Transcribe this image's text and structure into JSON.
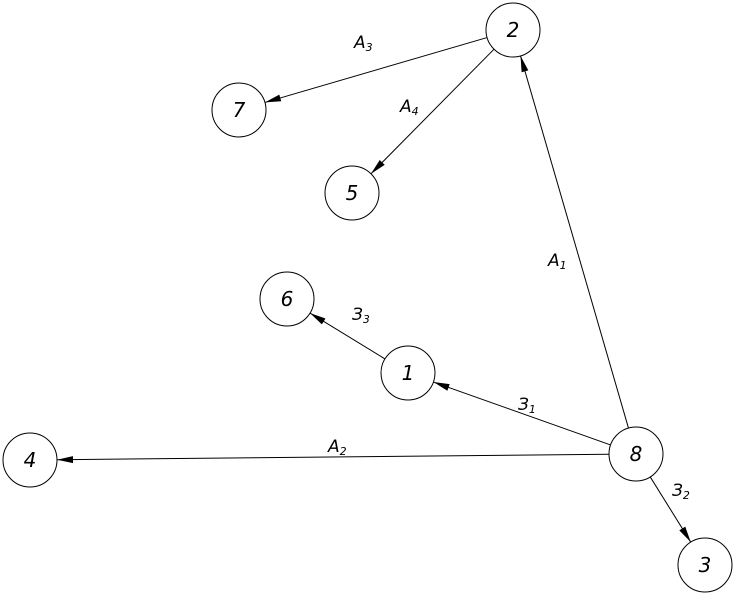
{
  "nodes": [
    {
      "id": "1",
      "label": "1"
    },
    {
      "id": "2",
      "label": "2"
    },
    {
      "id": "3",
      "label": "3"
    },
    {
      "id": "4",
      "label": "4"
    },
    {
      "id": "5",
      "label": "5"
    },
    {
      "id": "6",
      "label": "6"
    },
    {
      "id": "7",
      "label": "7"
    },
    {
      "id": "8",
      "label": "8"
    }
  ],
  "edges": [
    {
      "from": "8",
      "to": "2",
      "label": "A",
      "sub": "1"
    },
    {
      "from": "8",
      "to": "4",
      "label": "A",
      "sub": "2"
    },
    {
      "from": "2",
      "to": "7",
      "label": "A",
      "sub": "3"
    },
    {
      "from": "2",
      "to": "5",
      "label": "A",
      "sub": "4"
    },
    {
      "from": "8",
      "to": "1",
      "label": "З",
      "sub": "1"
    },
    {
      "from": "8",
      "to": "3",
      "label": "З",
      "sub": "2"
    },
    {
      "from": "1",
      "to": "6",
      "label": "З",
      "sub": "3"
    }
  ]
}
